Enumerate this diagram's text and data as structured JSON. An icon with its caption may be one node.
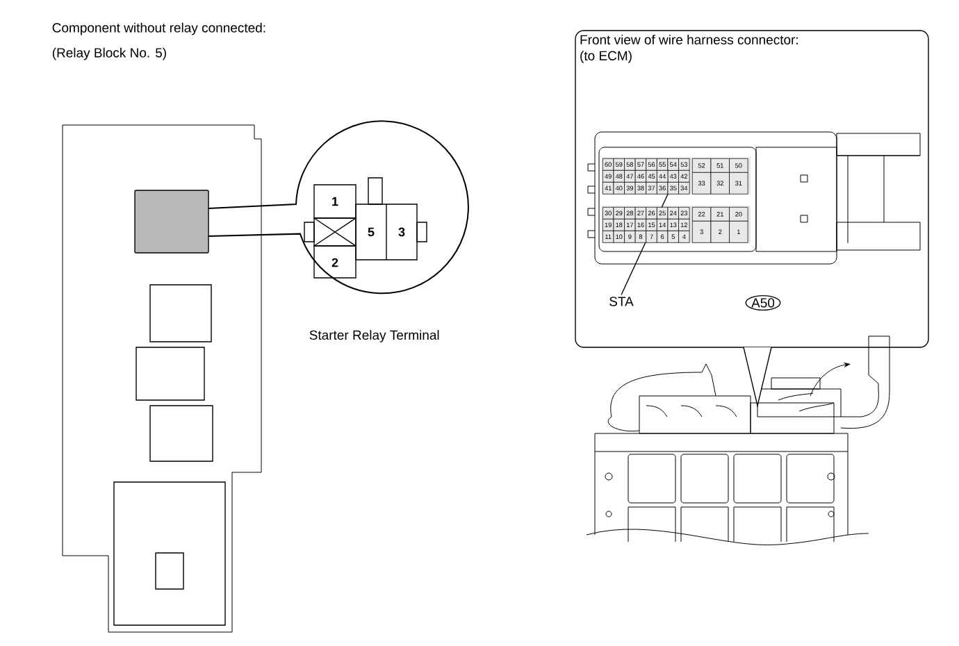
{
  "diagram": {
    "nodes": [
      {
        "text": [
          "Front view of wire harness connector:",
          "(to ECM)"
        ]
      },
      {
        "text": [
          "STA"
        ],
        "in": 0
      },
      {
        "text": [
          "43"
        ],
        "in": 0
      },
      {
        "text": [
          "A50"
        ],
        "in": 0
      }
    ],
    "edges": [
      {
        "from": 1,
        "to": 2,
        "arrow": "none"
      }
    ],
    "labels": [
      "Component without relay connected:",
      "(Relay Block No. 5)",
      "1",
      "2",
      "5",
      "3",
      "Starter Relay Terminal",
      "60",
      "59",
      "58",
      "57",
      "56",
      "55",
      "54",
      "53",
      "52",
      "51",
      "50",
      "49",
      "48",
      "47",
      "46",
      "45",
      "44",
      "42",
      "41",
      "40",
      "39",
      "38",
      "37",
      "36",
      "35",
      "34",
      "33",
      "32",
      "31",
      "30",
      "29",
      "28",
      "27",
      "26",
      "25",
      "24",
      "23",
      "22",
      "21",
      "20",
      "19",
      "18",
      "17",
      "16",
      "15",
      "14",
      "13",
      "12",
      "11",
      "10",
      "9",
      "8",
      "7",
      "6",
      "5",
      "4",
      "3",
      "2",
      "1"
    ]
  }
}
